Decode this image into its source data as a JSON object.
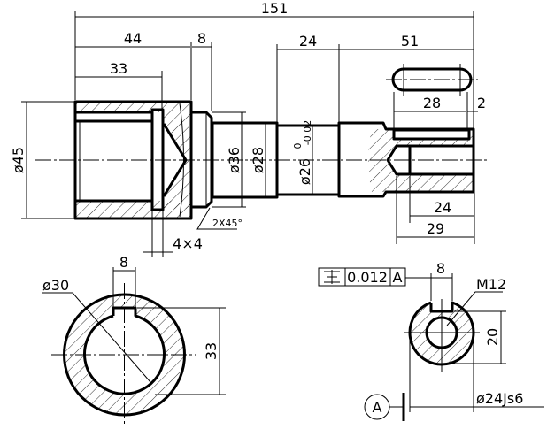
{
  "drawing": {
    "main_view": {
      "dims": {
        "overall_length": "151",
        "len_44": "44",
        "len_8": "8",
        "len_33": "33",
        "len_24_top": "24",
        "len_51": "51",
        "slot_28": "28",
        "slot_2": "2",
        "hole_24": "24",
        "hole_29": "29",
        "dia_45": "ø45",
        "dia_36": "ø36",
        "dia_28": "ø28",
        "dia_26": "ø26",
        "tol_upper": "0",
        "tol_lower": "-0.02",
        "groove": "4×4",
        "chamfer": "2X45°"
      }
    },
    "section_left": {
      "dia_30": "ø30",
      "key_8": "8",
      "depth_33": "33"
    },
    "section_right": {
      "tolerance_symbol": "⌯",
      "tolerance_value": "0.012",
      "tolerance_datum": "A",
      "key_8": "8",
      "thread": "M12",
      "depth_20": "20",
      "dia_24": "ø24Js6",
      "datum_label": "A"
    }
  }
}
